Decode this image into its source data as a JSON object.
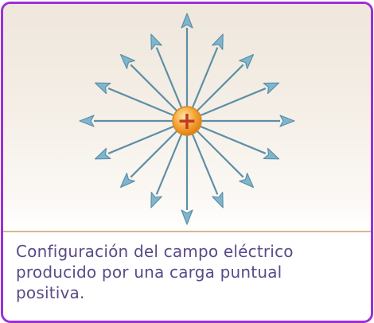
{
  "figure": {
    "field_line_count": 16,
    "charge_sign": "+",
    "colors": {
      "field_line": "#5d8fa5",
      "arrowhead": "#7cb6cf",
      "charge_fill": "#f6a93b",
      "charge_sign": "#c0392b",
      "frame": "#9b30d9"
    }
  },
  "caption": {
    "line1": "Configuración del campo eléctrico",
    "line2": "producido por una carga puntual",
    "line3": "positiva."
  }
}
